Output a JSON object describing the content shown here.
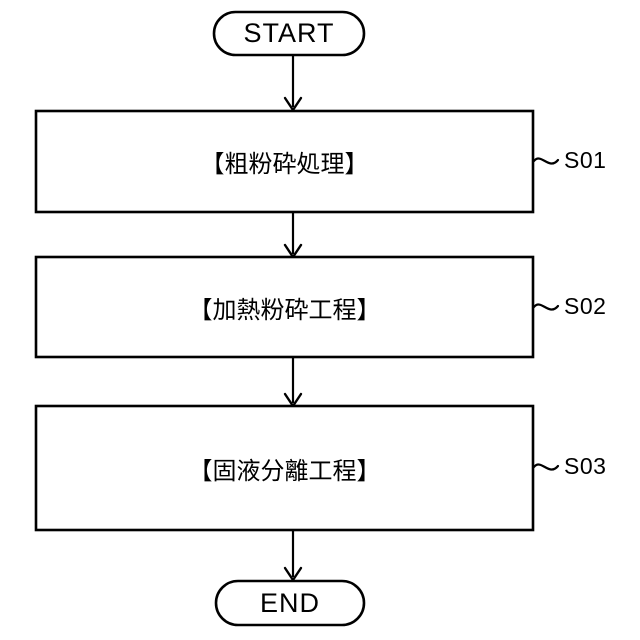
{
  "diagram": {
    "type": "flowchart",
    "orientation": "vertical",
    "language": "ja",
    "line_color": "#000000",
    "background_color": "#ffffff",
    "text_color": "#000000"
  },
  "nodes": {
    "start": {
      "shape": "terminator",
      "label": "START"
    },
    "end": {
      "shape": "terminator",
      "label": "END"
    },
    "process_1": {
      "shape": "process",
      "label": "【粗粉砕処理】",
      "step_id": "S01"
    },
    "process_2": {
      "shape": "process",
      "label": "【加熱粉砕工程】",
      "step_id": "S02"
    },
    "process_3": {
      "shape": "process",
      "label": "【固液分離工程】",
      "step_id": "S03"
    }
  },
  "connectors": [
    {
      "from": "start",
      "to": "process_1",
      "arrow": "down"
    },
    {
      "from": "process_1",
      "to": "process_2",
      "arrow": "down"
    },
    {
      "from": "process_2",
      "to": "process_3",
      "arrow": "down"
    },
    {
      "from": "process_3",
      "to": "end",
      "arrow": "down"
    }
  ],
  "leader_lines": [
    {
      "target": "process_1",
      "label": "S01",
      "style": "tilde"
    },
    {
      "target": "process_2",
      "label": "S02",
      "style": "tilde"
    },
    {
      "target": "process_3",
      "label": "S03",
      "style": "tilde"
    }
  ]
}
